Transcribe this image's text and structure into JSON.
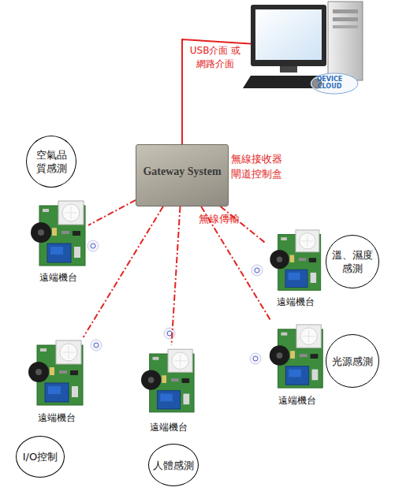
{
  "diagram": {
    "nodes": [
      {
        "text": [
          "DEVICE CLOUD"
        ]
      },
      {
        "text": [
          "Gateway System",
          "無線接收器 閘道控制盒"
        ]
      },
      {
        "text": [
          "空氣品 質感測"
        ]
      },
      {
        "text": [
          "遠端機台"
        ]
      },
      {
        "text": [
          "溫、濕度 感測"
        ]
      },
      {
        "text": [
          "遠端機台"
        ]
      },
      {
        "text": [
          "遠端機台"
        ]
      },
      {
        "text": [
          "光源感測"
        ]
      },
      {
        "text": [
          "遠端機台"
        ]
      },
      {
        "text": [
          "遠端機台"
        ]
      },
      {
        "text": [
          "I/O控制"
        ]
      },
      {
        "text": [
          "人體感測"
        ]
      }
    ],
    "edges": [
      {
        "from": 0,
        "to": 1,
        "arrow": "none",
        "label": "USB介面 或 網路介面"
      },
      {
        "from": 1,
        "to": 3,
        "arrow": "none"
      },
      {
        "from": 1,
        "to": 5,
        "arrow": "none"
      },
      {
        "from": 1,
        "to": 6,
        "arrow": "none"
      },
      {
        "from": 1,
        "to": 8,
        "arrow": "none"
      },
      {
        "from": 1,
        "to": 9,
        "arrow": "none"
      }
    ],
    "labels": [
      "無線傳輸"
    ]
  }
}
